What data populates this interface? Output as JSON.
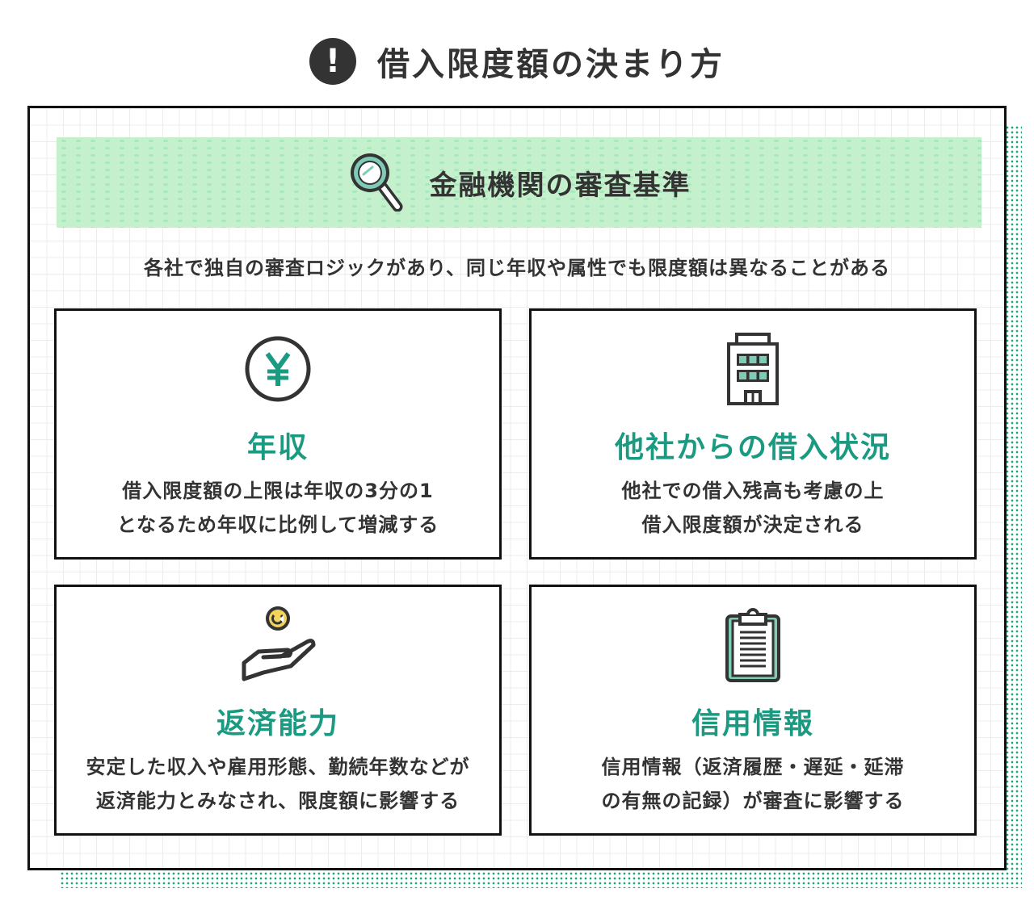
{
  "heading": {
    "icon": "exclamation-circle-icon",
    "icon_glyph": "!",
    "title": "借入限度額の決まり方"
  },
  "banner": {
    "icon": "magnifier-icon",
    "title": "金融機関の審査基準"
  },
  "subtitle": "各社で独自の審査ロジックがあり、同じ年収や属性でも限度額は異なることがある",
  "cards": [
    {
      "icon": "yen-coin-icon",
      "icon_glyph": "¥",
      "title": "年収",
      "lines": [
        "借入限度額の上限は年収の3分の1",
        "となるため年収に比例して増減する"
      ]
    },
    {
      "icon": "building-icon",
      "title": "他社からの借入状況",
      "lines": [
        "他社での借入残高も考慮の上",
        "借入限度額が決定される"
      ]
    },
    {
      "icon": "hand-coin-icon",
      "title": "返済能力",
      "lines": [
        "安定した収入や雇用形態、勤続年数などが",
        "返済能力とみなされ、限度額に影響する"
      ]
    },
    {
      "icon": "clipboard-icon",
      "title": "信用情報",
      "lines": [
        "信用情報（返済履歴・遅延・延滞",
        "の有無の記録）が審査に影響する"
      ]
    }
  ],
  "colors": {
    "accent_teal": "#1b9a82",
    "icon_teal": "#7fcbb5",
    "banner_green": "#c5f0cc",
    "coin_yellow": "#f2d45c",
    "text_dark": "#333333",
    "border": "#111111"
  }
}
